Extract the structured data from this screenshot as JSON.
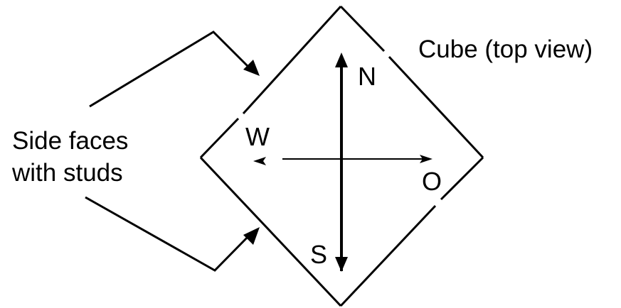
{
  "title": "Cube (top view)",
  "side_faces_label": {
    "line1": "Side faces",
    "line2": "with studs"
  },
  "directions": {
    "north": "N",
    "south": "S",
    "west": "W",
    "east": "O"
  },
  "colors": {
    "stroke": "#000000",
    "background": "#ffffff"
  }
}
